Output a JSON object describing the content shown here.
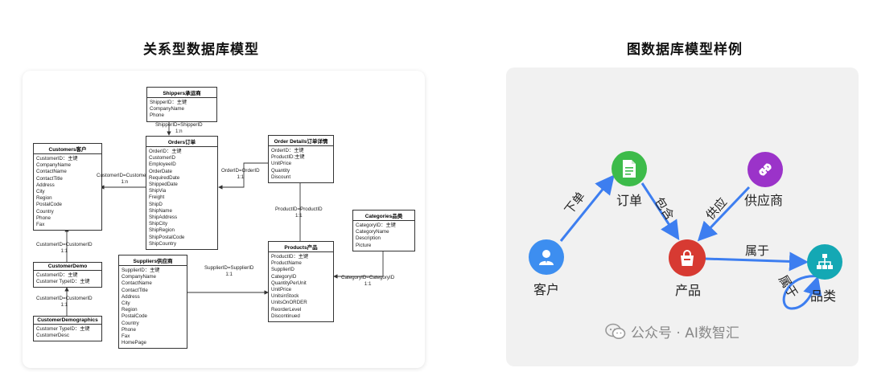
{
  "titles": {
    "left": "关系型数据库模型",
    "right": "图数据库模型样例"
  },
  "tables": {
    "shippers": {
      "header": "Shippers承运商",
      "rows": [
        "ShipperID：主键",
        "CompanyName",
        "Phone"
      ]
    },
    "customers": {
      "header": "Customers客户",
      "rows": [
        "CustomerID：主键",
        "CompanyName",
        "ContactName",
        "ContactTitle",
        "Address",
        "City",
        "Region",
        "PostalCode",
        "Country",
        "Phone",
        "Fax"
      ]
    },
    "orders": {
      "header": "Orders订单",
      "rows": [
        "OrderID：主键",
        "CustomerID",
        "EmployeeID",
        "OrderDate",
        "RequiredDate",
        "ShippedDate",
        "ShipVia",
        "Freight",
        "ShipD",
        "ShipName",
        "ShipAddress",
        "ShipCity",
        "ShipRegion",
        "ShipPostalCode",
        "ShipCountry"
      ]
    },
    "order_details": {
      "header": "Order Details订单详情",
      "rows": [
        "OrderID：主键",
        "ProductID:主键",
        "UnitPrice",
        "Quantity",
        "Discount"
      ]
    },
    "categories": {
      "header": "Categories品类",
      "rows": [
        "CategoryID：主键",
        "CategoryName",
        "Description",
        "Picture"
      ]
    },
    "products": {
      "header": "Products产品",
      "rows": [
        "ProductID：主键",
        "ProductName",
        "SupplierID",
        "CategoryID",
        "QuantityPerUnit",
        "UnitPrice",
        "UnitsinStock",
        "UnitsOnORDER",
        "ReorderLevel",
        "Discontinued"
      ]
    },
    "suppliers": {
      "header": "Suppliers供应商",
      "rows": [
        "SupplierID：主键",
        "CompanyName",
        "ContactName",
        "ContactTitle",
        "Address",
        "City",
        "Region",
        "PostalCode",
        "Country",
        "Phone",
        "Fax",
        "HomePage"
      ]
    },
    "customer_demo": {
      "header": "CustomerDemo",
      "rows": [
        "CustomerID：主键",
        "Customer TypeID：主键"
      ]
    },
    "customer_demographics": {
      "header": "CustomerDemographics",
      "rows": [
        "Customer TypeID：主键",
        "CustomerDesc"
      ]
    }
  },
  "relations": {
    "shipper": {
      "label": "ShipperID=ShipperID",
      "card": "1:n"
    },
    "customer_order": {
      "label": "CustomerID=CustomerID",
      "card": "1:n"
    },
    "order_detail": {
      "label": "OrderID=OrderID",
      "card": "1:1"
    },
    "product_detail": {
      "label": "ProductID=ProductID",
      "card": "1:1"
    },
    "category_product": {
      "label": "CategoryID=CategoryID",
      "card": "1:1"
    },
    "supplier_product": {
      "label": "SupplierID=SupplierID",
      "card": "1:1"
    },
    "customer_demo": {
      "label": "CustomerID=CustomerID",
      "card": "1:1"
    },
    "demo_demographics": {
      "label": "CustomerID=CustomerID",
      "card": "1:1"
    }
  },
  "graph": {
    "nodes": {
      "customer": {
        "label": "客户",
        "color": "#3d8ef0",
        "icon": "person-icon"
      },
      "order": {
        "label": "订单",
        "color": "#3dbb4a",
        "icon": "document-icon"
      },
      "supplier": {
        "label": "供应商",
        "color": "#9b33c9",
        "icon": "link-icon"
      },
      "product": {
        "label": "产品",
        "color": "#d73a32",
        "icon": "shopping-bag-icon"
      },
      "category": {
        "label": "品类",
        "color": "#14a8b4",
        "icon": "hierarchy-icon"
      }
    },
    "edges": {
      "customer_order": "下单",
      "order_product": "包含",
      "supplier_product": "供应",
      "product_category": "属于",
      "category_self": "属于"
    },
    "edge_color": "#3d7ef0"
  },
  "watermark": "公众号 · AI数智汇"
}
